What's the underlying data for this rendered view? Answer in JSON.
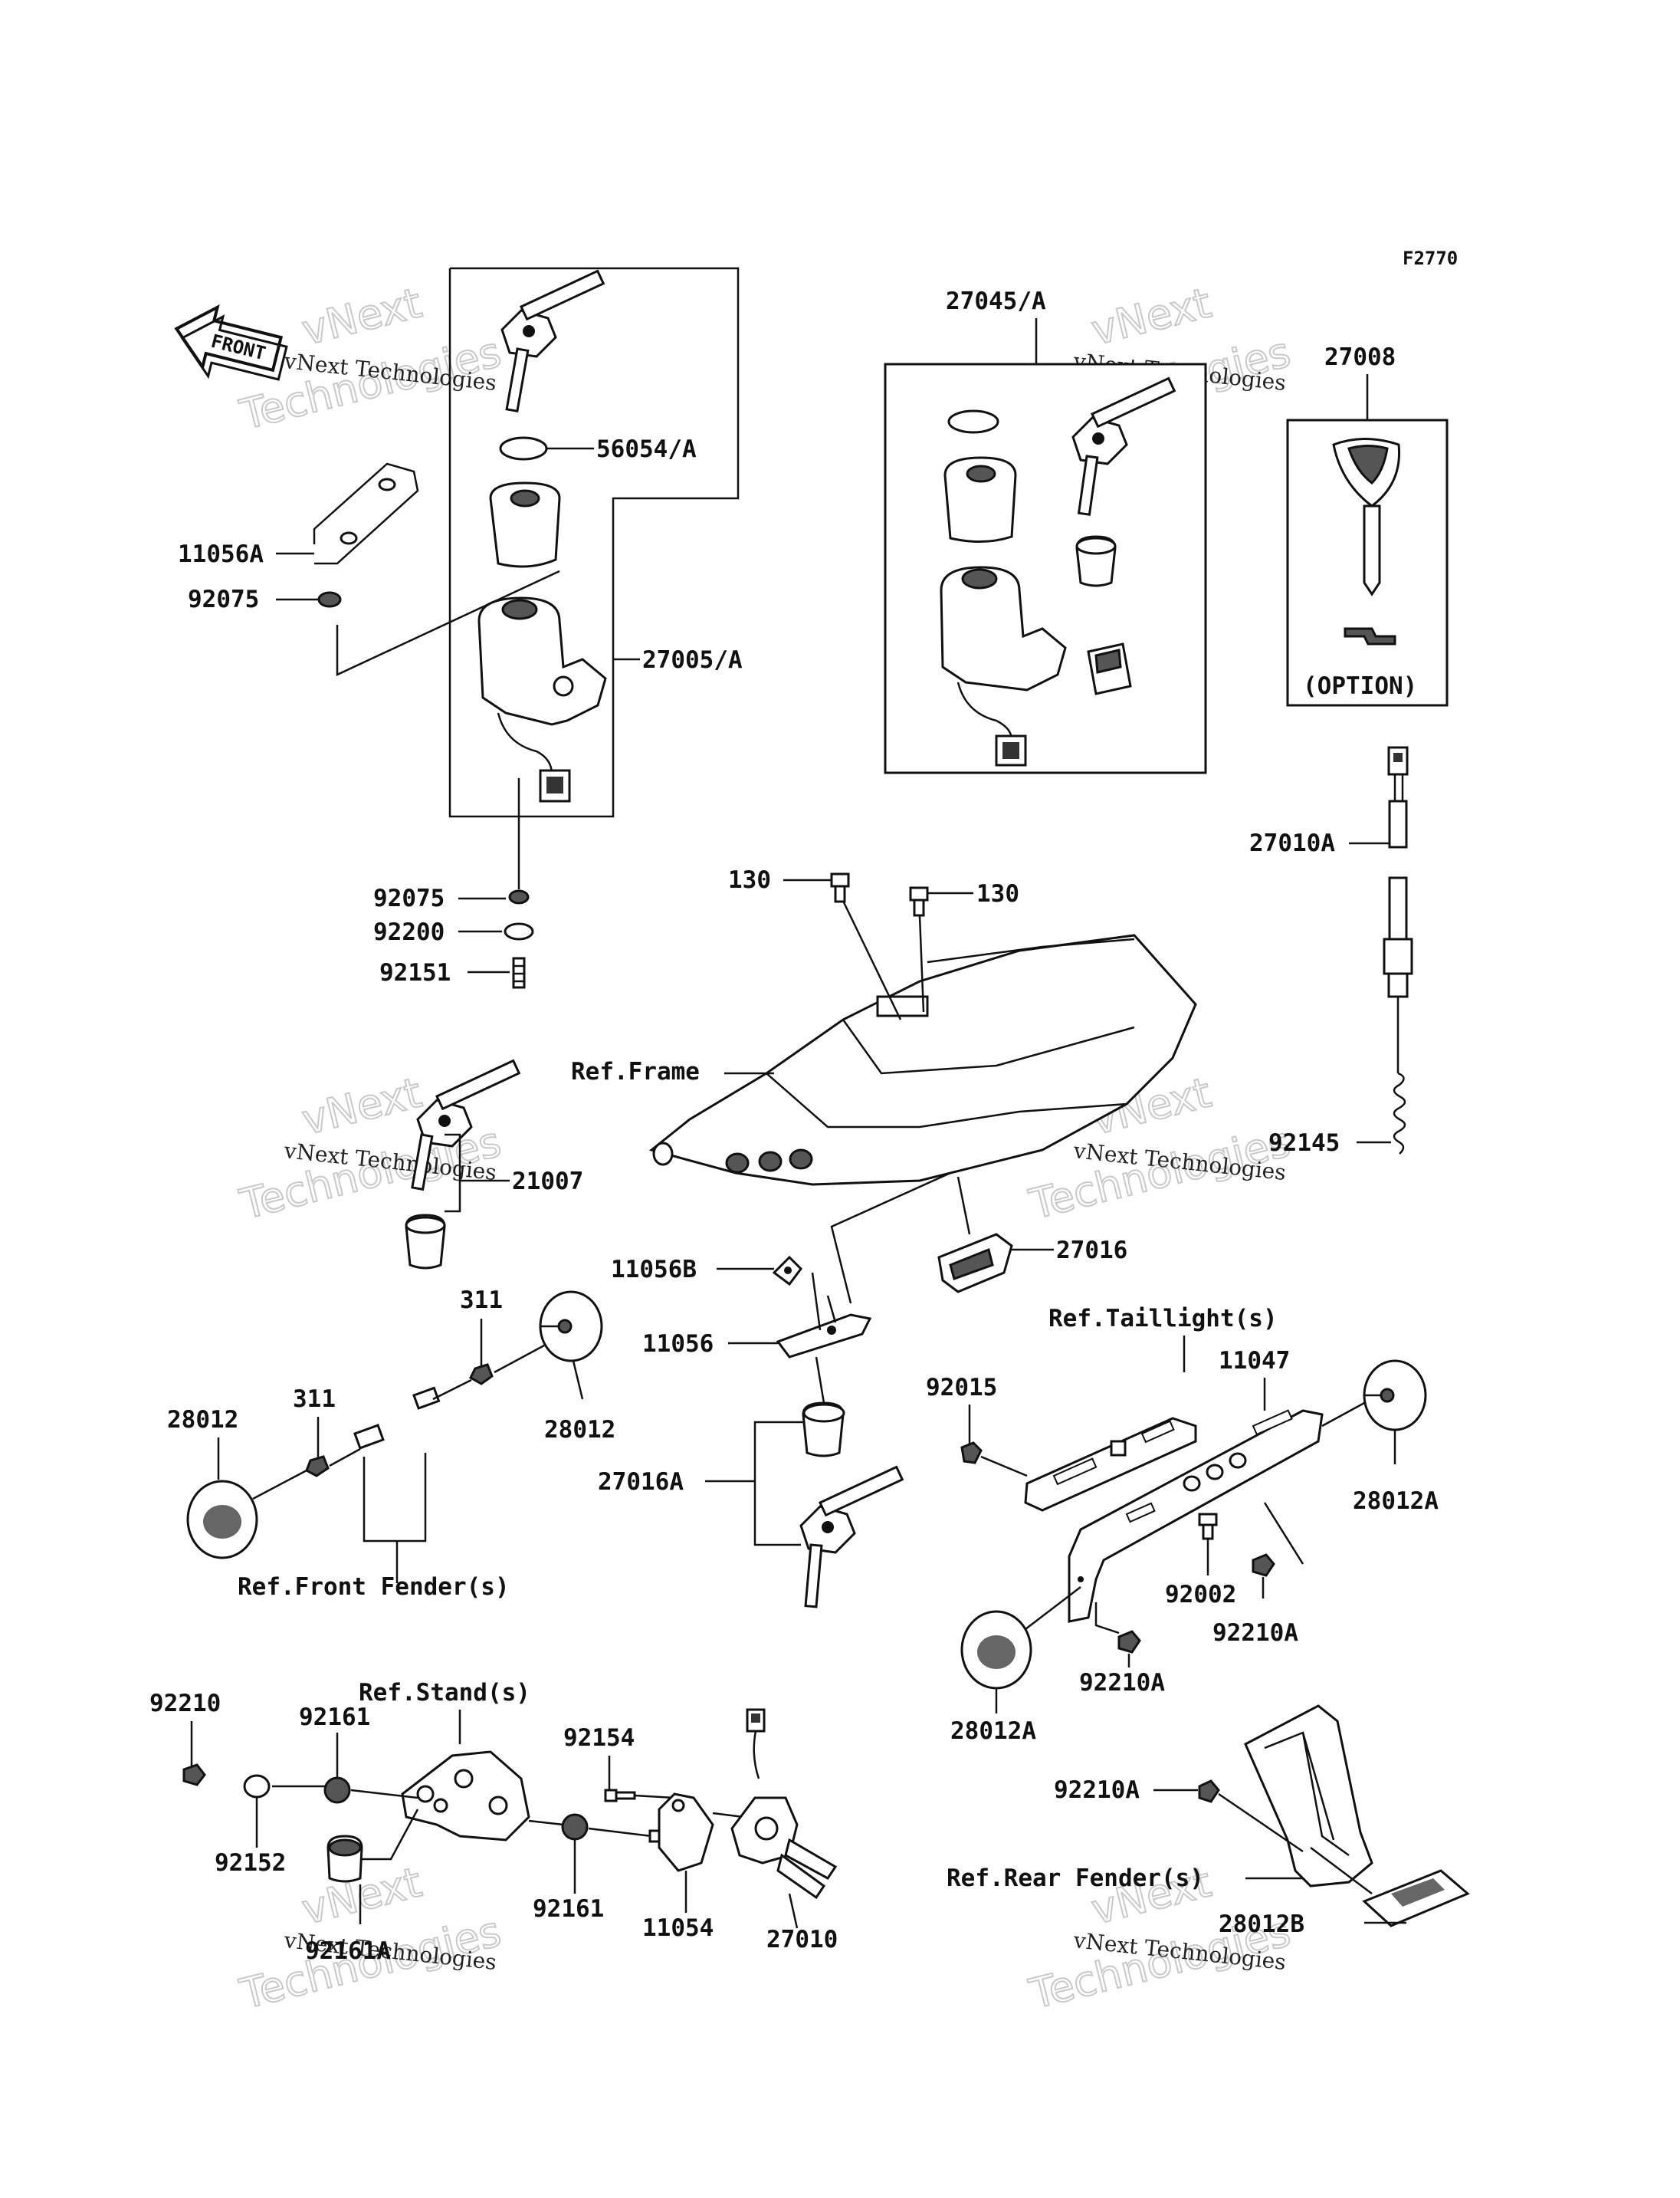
{
  "figure_code": "F2770",
  "front_label": "FRONT",
  "watermark": {
    "line1": "vNext Technologies",
    "big1": "vNext",
    "big2": "Technologies"
  },
  "option_label": "(OPTION)",
  "parts": {
    "p56054A": "56054/A",
    "p11056A": "11056A",
    "p92075a": "92075",
    "p27005A": "27005/A",
    "p92075b": "92075",
    "p92200": "92200",
    "p92151": "92151",
    "p27045A": "27045/A",
    "p27008": "27008",
    "p27010A": "27010A",
    "p92145": "92145",
    "p130a": "130",
    "p130b": "130",
    "p21007": "21007",
    "p11056B": "11056B",
    "p27016": "27016",
    "p11056": "11056",
    "p311a": "311",
    "p311b": "311",
    "p28012a": "28012",
    "p28012b": "28012",
    "p27016A": "27016A",
    "p92015": "92015",
    "p11047": "11047",
    "p28012Aa": "28012A",
    "p28012Ab": "28012A",
    "p92002": "92002",
    "p92210Aa": "92210A",
    "p92210Ab": "92210A",
    "p92210Ac": "92210A",
    "p92210": "92210",
    "p92161a": "92161",
    "p92161b": "92161",
    "p92154": "92154",
    "p92152": "92152",
    "p92161A": "92161A",
    "p11054": "11054",
    "p27010": "27010",
    "p28012B": "28012B"
  },
  "refs": {
    "frame": "Ref.Frame",
    "taillight": "Ref.Taillight(s)",
    "front_fender": "Ref.Front Fender(s)",
    "stand": "Ref.Stand(s)",
    "rear_fender": "Ref.Rear Fender(s)"
  }
}
